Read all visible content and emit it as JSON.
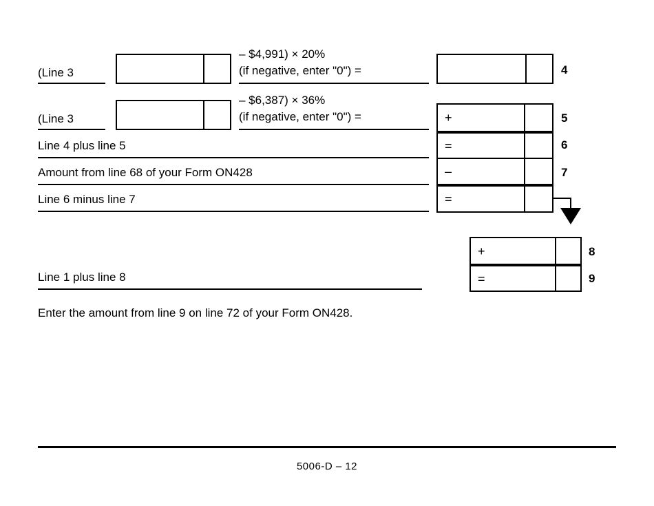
{
  "document": {
    "form_footer": "5006-D – 12"
  },
  "rows": [
    {
      "id": "line4",
      "left_label": "(Line 3",
      "formula_line1": "– $4,991) × 20%",
      "formula_line2": "(if negative, enter \"0\") =",
      "line_number": "4",
      "operator": ""
    },
    {
      "id": "line5",
      "left_label": "(Line 3",
      "formula_line1": "– $6,387) × 36%",
      "formula_line2": "(if negative, enter \"0\") =",
      "line_number": "5",
      "operator": "+"
    },
    {
      "id": "line6",
      "left_label": "Line 4 plus line 5",
      "line_number": "6",
      "operator": "="
    },
    {
      "id": "line7",
      "left_label": "Amount from line 68 of your Form ON428",
      "line_number": "7",
      "operator": "–"
    },
    {
      "id": "line8_subtotal",
      "left_label": "Line 6 minus line 7",
      "line_number": "",
      "operator": "="
    },
    {
      "id": "line8",
      "left_label": "",
      "line_number": "8",
      "operator": "+"
    },
    {
      "id": "line9",
      "left_label": "Line 1 plus line 8",
      "line_number": "9",
      "operator": "="
    }
  ],
  "instruction": {
    "text": "Enter the amount from line 9 on line 72 of your Form ON428."
  },
  "fields": {
    "line3_entry_a": "",
    "line3_entry_b": "",
    "line4_amount": "",
    "line5_amount": "",
    "line6_amount": "",
    "line7_amount": "",
    "line8_subtotal_amount": "",
    "line8_amount": "",
    "line9_amount": "",
    "cents_a": "",
    "cents_b": "",
    "cents_4": "",
    "cents_5": "",
    "cents_6": "",
    "cents_7": "",
    "cents_sub": "",
    "cents_8": "",
    "cents_9": ""
  },
  "colors": {
    "ink": "#000000",
    "paper": "#ffffff"
  }
}
